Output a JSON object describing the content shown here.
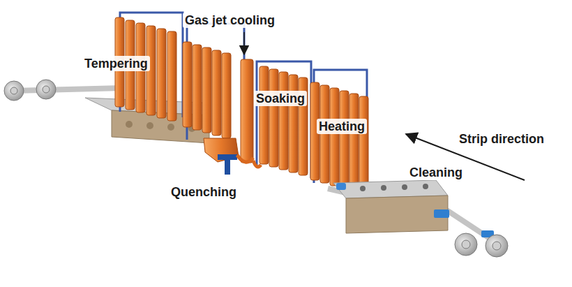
{
  "diagram": {
    "labels": [
      "Tempering",
      "Gas jet cooling",
      "Soaking",
      "Heating",
      "Strip direction",
      "Cleaning",
      "Quenching"
    ]
  }
}
